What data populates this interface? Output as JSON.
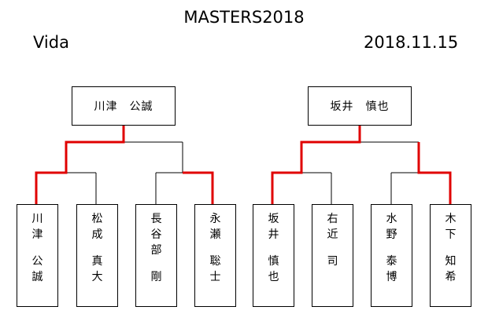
{
  "header": {
    "title": "MASTERS2018",
    "venue": "Vida",
    "date": "2018.11.15"
  },
  "left_bracket": {
    "winner": "川津　公誠",
    "players": [
      {
        "family": [
          "川",
          "津"
        ],
        "given": [
          "公",
          "誠"
        ],
        "path_winner": true
      },
      {
        "family": [
          "松",
          "成"
        ],
        "given": [
          "真",
          "大"
        ],
        "path_winner": false
      },
      {
        "family": [
          "長",
          "谷",
          "部"
        ],
        "given": [
          "剛"
        ],
        "path_winner": false
      },
      {
        "family": [
          "永",
          "瀬"
        ],
        "given": [
          "聡",
          "士"
        ],
        "path_winner": true
      }
    ]
  },
  "right_bracket": {
    "winner": "坂井　慎也",
    "players": [
      {
        "family": [
          "坂",
          "井"
        ],
        "given": [
          "慎",
          "也"
        ],
        "path_winner": true
      },
      {
        "family": [
          "右",
          "近"
        ],
        "given": [
          "司"
        ],
        "path_winner": false
      },
      {
        "family": [
          "水",
          "野"
        ],
        "given": [
          "泰",
          "博"
        ],
        "path_winner": false
      },
      {
        "family": [
          "木",
          "下"
        ],
        "given": [
          "知",
          "希"
        ],
        "path_winner": true
      }
    ]
  },
  "colors": {
    "winner_line": "#e00000",
    "line": "#000000"
  }
}
